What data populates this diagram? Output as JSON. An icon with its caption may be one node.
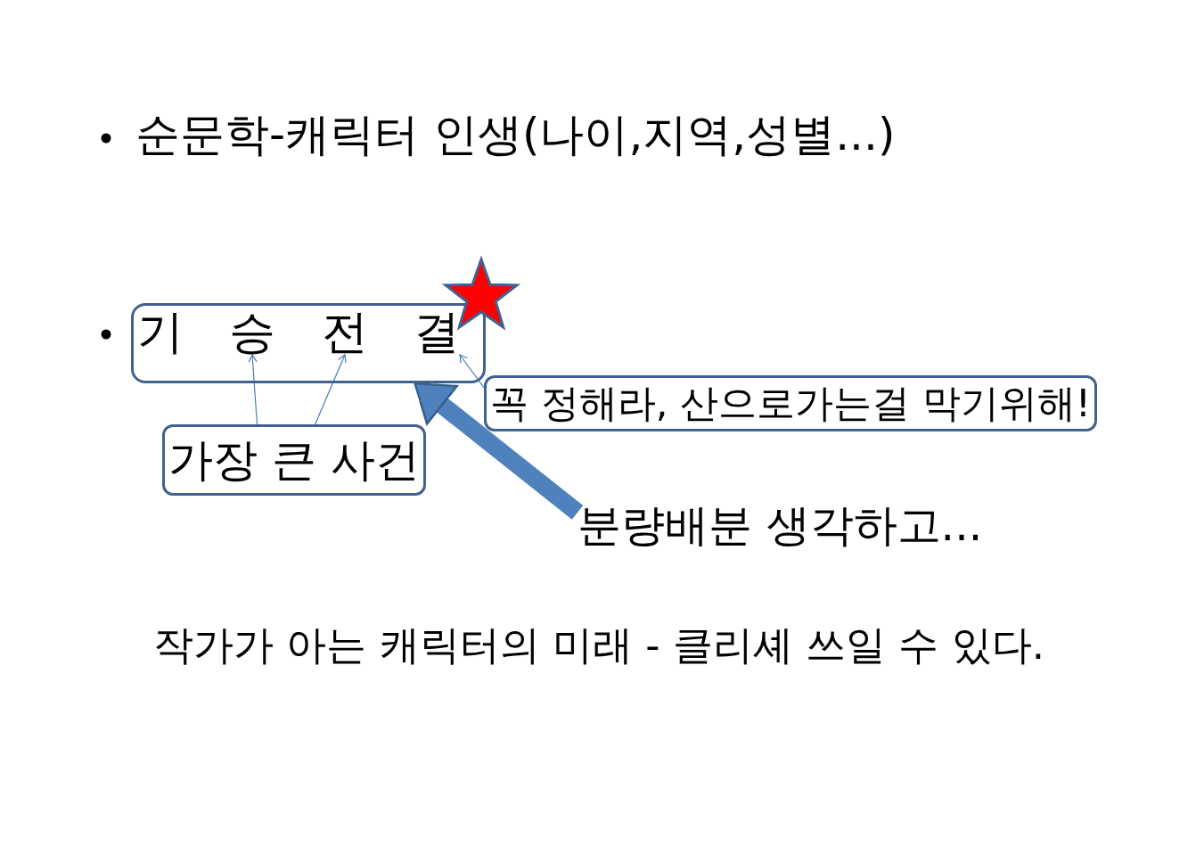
{
  "diagram": {
    "nodes": [
      {
        "text": [],
        "shape": "box"
      },
      {
        "text": [
          "기"
        ],
        "in": 0
      },
      {
        "text": [
          "승"
        ],
        "in": 0
      },
      {
        "text": [
          "전"
        ],
        "in": 0
      },
      {
        "text": [
          "결"
        ],
        "in": 0
      },
      {
        "text": [
          "꼭 정해라, 산으로가는걸 막기위해!"
        ]
      },
      {
        "text": [
          "가장 큰 사건"
        ]
      },
      {
        "text": [
          "분량배분 생각하고..."
        ]
      }
    ],
    "edges": [
      {
        "from": 6,
        "to": 2,
        "arrow": "to"
      },
      {
        "from": 6,
        "to": 3,
        "arrow": "to"
      },
      {
        "from": 5,
        "to": 4,
        "arrow": "to"
      },
      {
        "from": 7,
        "to": 0,
        "arrow": "to",
        "style": "thick"
      }
    ],
    "labels": [
      "순문학-캐릭터 인생(나이,지역,성별...)",
      "작가가 아는 캐릭터의 미래 - 클리셰 쓰일 수 있다."
    ]
  }
}
